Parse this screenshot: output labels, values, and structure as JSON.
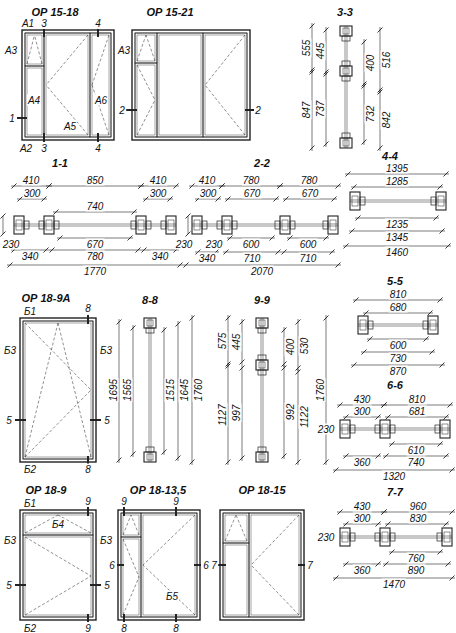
{
  "diagram": {
    "labels": [
      "ОР 15-18",
      "ОР 15-21",
      "3-3",
      "А1",
      "3",
      "4",
      "А3",
      "А3",
      "А4",
      "1",
      "А5",
      "А6",
      "А2",
      "3",
      "4",
      "2",
      "2",
      "555",
      "445",
      "847",
      "737",
      "400",
      "732",
      "516",
      "842",
      "1-1",
      "410",
      "850",
      "410",
      "300",
      "740",
      "300",
      "230",
      "670",
      "340",
      "780",
      "340",
      "1770",
      "2-2",
      "410",
      "780",
      "780",
      "300",
      "670",
      "670",
      "230",
      "600",
      "600",
      "230",
      "340",
      "710",
      "710",
      "2070",
      "4-4",
      "1395",
      "1285",
      "1235",
      "1345",
      "1460",
      "ОР 18-9А",
      "Б1",
      "8",
      "Б3",
      "Б3",
      "5",
      "5",
      "Б2",
      "8",
      "8-8",
      "1695",
      "1565",
      "1515",
      "1645",
      "1760",
      "9-9",
      "575",
      "445",
      "1127",
      "997",
      "400",
      "530",
      "992",
      "1122",
      "1760",
      "5-5",
      "810",
      "680",
      "600",
      "730",
      "870",
      "6-6",
      "430",
      "810",
      "300",
      "681",
      "230",
      "610",
      "360",
      "740",
      "1320",
      "7-7",
      "430",
      "960",
      "300",
      "830",
      "230",
      "760",
      "360",
      "890",
      "1470",
      "ОР 18-9",
      "Б1",
      "9",
      "Б4",
      "Б3",
      "Б3",
      "5",
      "5",
      "Б2",
      "9",
      "ОР 18-13,5",
      "9",
      "9",
      "6",
      "6",
      "Б5",
      "8",
      "8",
      "ОР 18-15",
      "7",
      "7"
    ]
  }
}
